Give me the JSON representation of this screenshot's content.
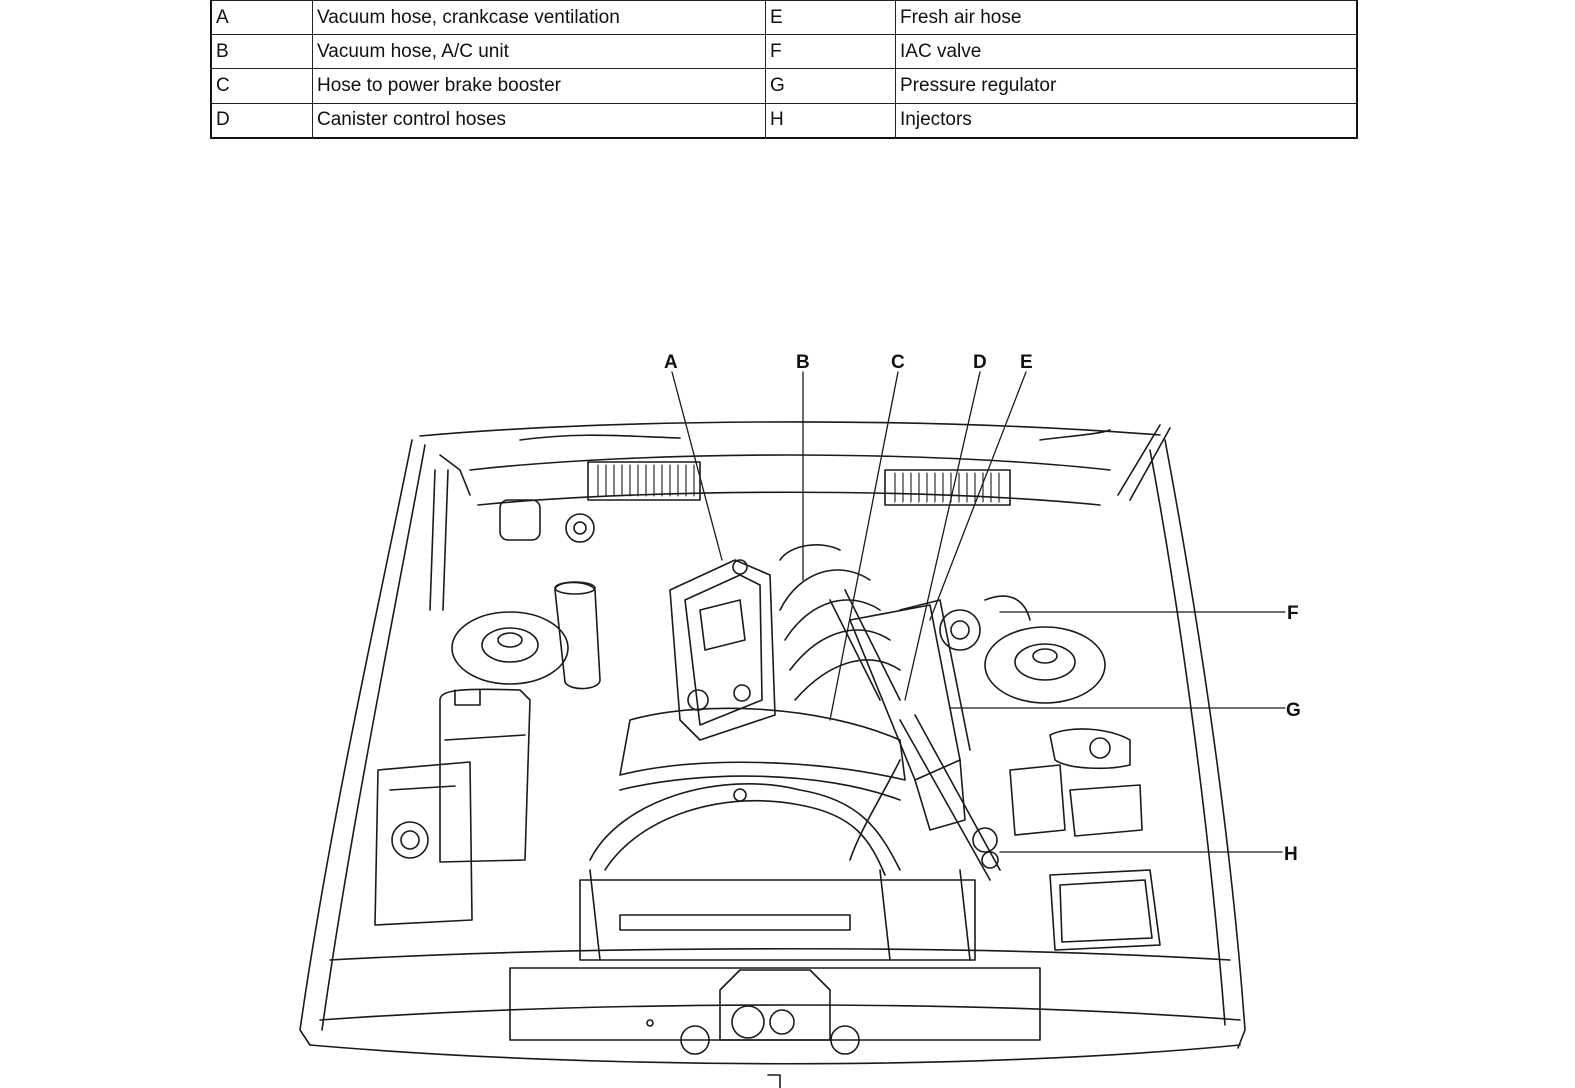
{
  "legend": {
    "rows": [
      {
        "key1": "A",
        "label1": "Vacuum hose, crankcase ventilation",
        "key2": "E",
        "label2": "Fresh air hose"
      },
      {
        "key1": "B",
        "label1": "Vacuum hose, A/C unit",
        "key2": "F",
        "label2": "IAC valve"
      },
      {
        "key1": "C",
        "label1": "Hose to power brake booster",
        "key2": "G",
        "label2": "Pressure regulator"
      },
      {
        "key1": "D",
        "label1": "Canister control hoses",
        "key2": "H",
        "label2": "Injectors"
      }
    ]
  },
  "callouts": {
    "A": "A",
    "B": "B",
    "C": "C",
    "D": "D",
    "E": "E",
    "F": "F",
    "G": "G",
    "H": "H"
  },
  "colors": {
    "line": "#1a1a1a",
    "background": "#ffffff"
  }
}
